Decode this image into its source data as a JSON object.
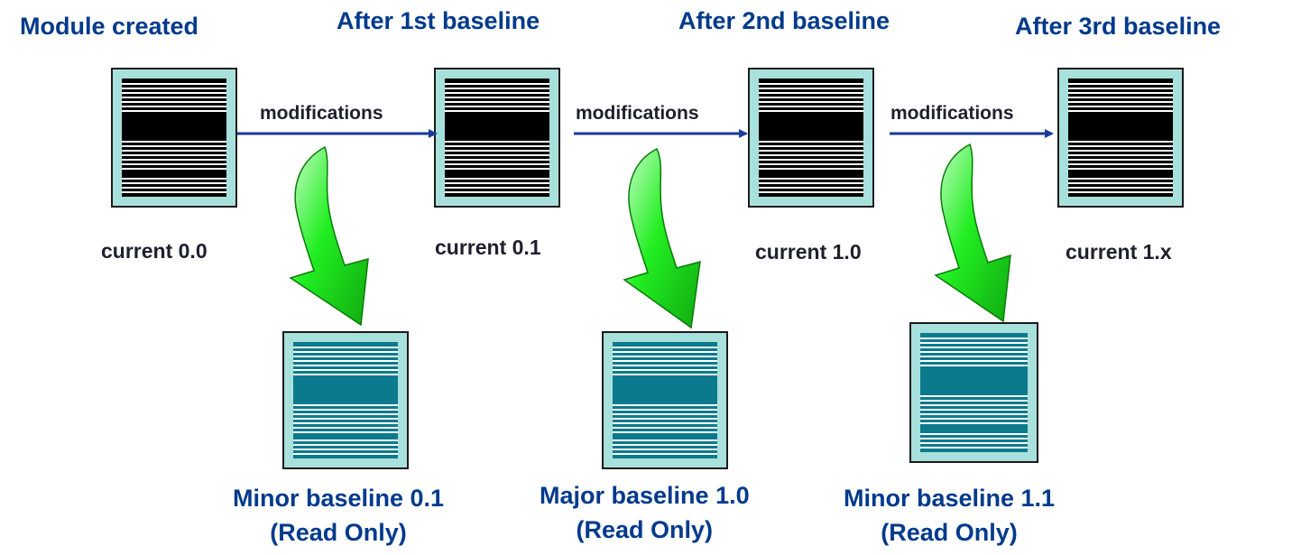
{
  "stages": [
    {
      "title": "Module created",
      "current": "current 0.0"
    },
    {
      "title": "After 1st baseline",
      "current": "current 0.1"
    },
    {
      "title": "After 2nd baseline",
      "current": "current 1.0"
    },
    {
      "title": "After 3rd baseline",
      "current": "current 1.x"
    }
  ],
  "arrow_label": "modifications",
  "baselines": [
    {
      "name": "Minor baseline 0.1",
      "access": "(Read Only)"
    },
    {
      "name": "Major baseline 1.0",
      "access": "(Read Only)"
    },
    {
      "name": "Minor baseline 1.1",
      "access": "(Read Only)"
    }
  ],
  "colors": {
    "title": "#003a8c",
    "doc_frame": "#a8e0dc",
    "current_fill": "#000000",
    "baseline_fill": "#0b7a8c",
    "arrow": "#1a3a9c",
    "curved_arrow": "#22ee22"
  }
}
